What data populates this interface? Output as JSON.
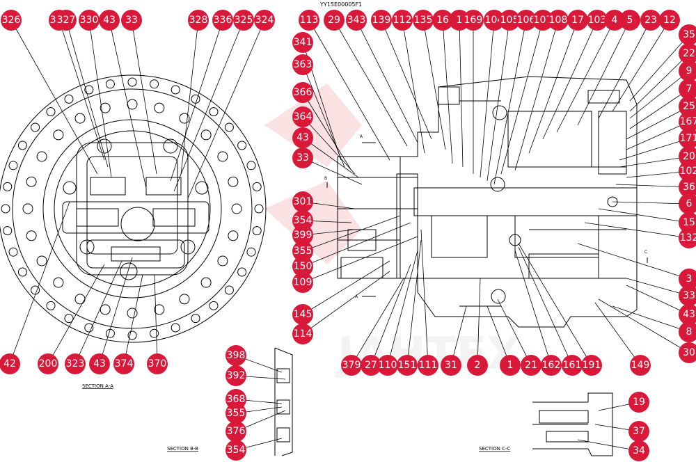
{
  "drawing": {
    "header_code": "YY15E00005F1",
    "watermark_text": "JAHTEX",
    "section_aa": "SECTION  A-A",
    "section_bb": "SECTION  B-B",
    "section_cc": "SECTION  C-C",
    "marker_a_top": "A",
    "marker_a_bottom": "A",
    "marker_b": "B",
    "marker_c": "C"
  },
  "badge_color": "#d8193a",
  "callouts": [
    "326",
    "337",
    "327",
    "330",
    "43",
    "33",
    "328",
    "336",
    "325",
    "324",
    "42",
    "200",
    "323",
    "43",
    "374",
    "370",
    "113",
    "29",
    "343",
    "139",
    "112",
    "135",
    "16",
    "1",
    "169",
    "104",
    "105",
    "106",
    "107",
    "108",
    "17",
    "103",
    "4",
    "5",
    "23",
    "12",
    "341",
    "363",
    "366",
    "364",
    "43",
    "33",
    "301",
    "354",
    "399",
    "355",
    "150",
    "109",
    "145",
    "114",
    "35",
    "22",
    "9",
    "7",
    "25",
    "167",
    "171",
    "20",
    "102",
    "36",
    "6",
    "15",
    "132",
    "3",
    "33",
    "43",
    "8",
    "30",
    "149",
    "379",
    "27",
    "110",
    "151",
    "111",
    "31",
    "2",
    "1",
    "21",
    "162",
    "161",
    "191",
    "398",
    "392",
    "368",
    "355",
    "376",
    "354",
    "19",
    "37",
    "34"
  ]
}
